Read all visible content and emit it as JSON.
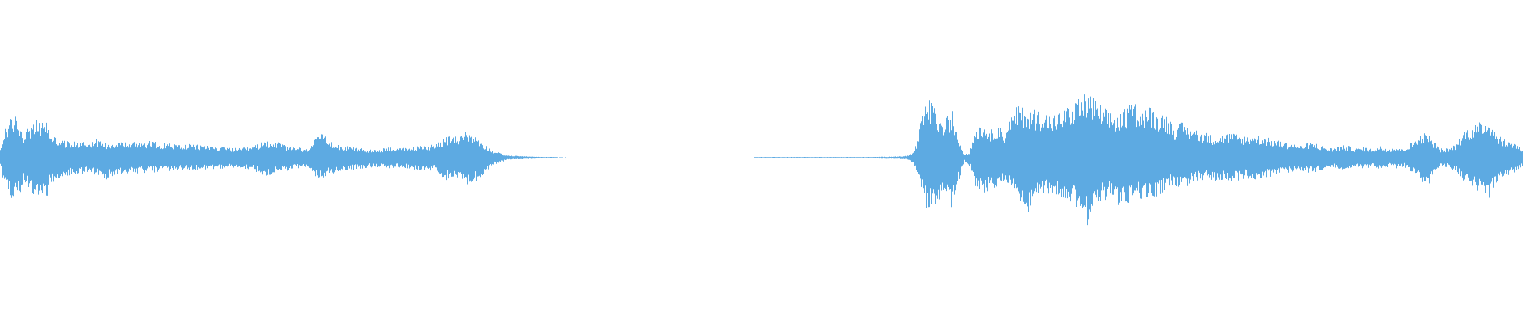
{
  "waveform": {
    "color": "#5DAAE2",
    "background": "#FFFFFF",
    "description_icon": "audio-waveform",
    "segments": [
      {
        "name": "clip-1",
        "start_fraction": 0.0,
        "end_fraction": 0.371
      },
      {
        "name": "clip-2",
        "start_fraction": 0.495,
        "end_fraction": 1.0
      }
    ]
  }
}
